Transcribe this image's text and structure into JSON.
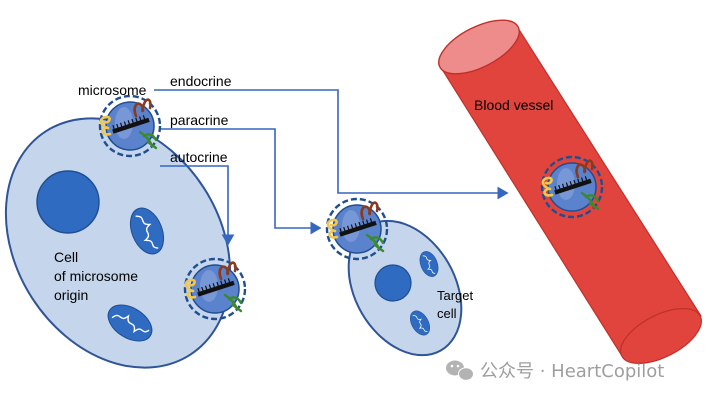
{
  "labels": {
    "microsome": "microsome",
    "endocrine": "endocrine",
    "paracrine": "paracrine",
    "autocrine": "autocrine",
    "origin_cell": [
      "Cell",
      "of microsome",
      "origin"
    ],
    "target_cell": [
      "Target",
      "cell"
    ],
    "blood_vessel": "Blood vessel"
  },
  "watermark": {
    "icon": "wechat-icon",
    "text": "公众号 · HeartCopilot"
  },
  "colors": {
    "cell_fill": "#c5d5ec",
    "cell_stroke": "#2f5597",
    "nucleus": "#2e6bc1",
    "arrow": "#3566c0",
    "vessel_body": "#e0443d",
    "vessel_opening": "#ee8c8c",
    "microsome_fill": "#5b82cc",
    "microsome_ring": "#1f4e91",
    "receptor_brown": "#8b3b1b",
    "receptor_green": "#3b8a2a",
    "receptor_yellow": "#f1c84b",
    "ligand_bar": "#111111"
  }
}
